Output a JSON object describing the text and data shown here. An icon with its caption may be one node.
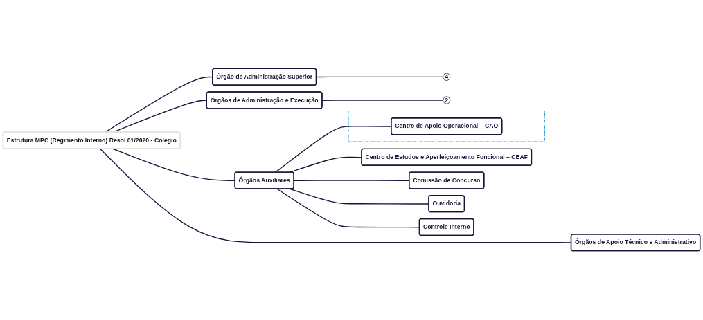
{
  "diagram": {
    "nodes": [
      {
        "text": [
          "Estrutura MPC (Regimento Interno) Resol 01/2020 - Colégio"
        ]
      },
      {
        "text": [
          "Órgão de Administração Superior"
        ]
      },
      {
        "text": [
          "4"
        ]
      },
      {
        "text": [
          "Órgãos de Administração e Execução"
        ]
      },
      {
        "text": [
          "2"
        ]
      },
      {
        "text": [
          "Órgãos Auxiliares"
        ]
      },
      {
        "text": [],
        "shape": "box"
      },
      {
        "text": [
          "Centro de Apoio Operacional – CAO"
        ],
        "in": 6
      },
      {
        "text": [
          "Centro de Estudos e Aperfeiçoamento Funcional – CEAF"
        ]
      },
      {
        "text": [
          "Comissão de Concurso"
        ]
      },
      {
        "text": [
          "Ouvidoria"
        ]
      },
      {
        "text": [
          "Controle Interno"
        ]
      },
      {
        "text": [
          "Órgãos de Apoio Técnico e Administrativo"
        ]
      }
    ],
    "edges": [
      {
        "from": 0,
        "to": 1,
        "arrow": "none"
      },
      {
        "from": 1,
        "to": 2,
        "arrow": "none"
      },
      {
        "from": 0,
        "to": 3,
        "arrow": "none"
      },
      {
        "from": 3,
        "to": 4,
        "arrow": "none"
      },
      {
        "from": 0,
        "to": 5,
        "arrow": "none"
      },
      {
        "from": 5,
        "to": 7,
        "arrow": "none"
      },
      {
        "from": 5,
        "to": 8,
        "arrow": "none"
      },
      {
        "from": 5,
        "to": 9,
        "arrow": "none"
      },
      {
        "from": 5,
        "to": 10,
        "arrow": "none"
      },
      {
        "from": 5,
        "to": 11,
        "arrow": "none"
      },
      {
        "from": 0,
        "to": 12,
        "arrow": "none"
      }
    ]
  }
}
